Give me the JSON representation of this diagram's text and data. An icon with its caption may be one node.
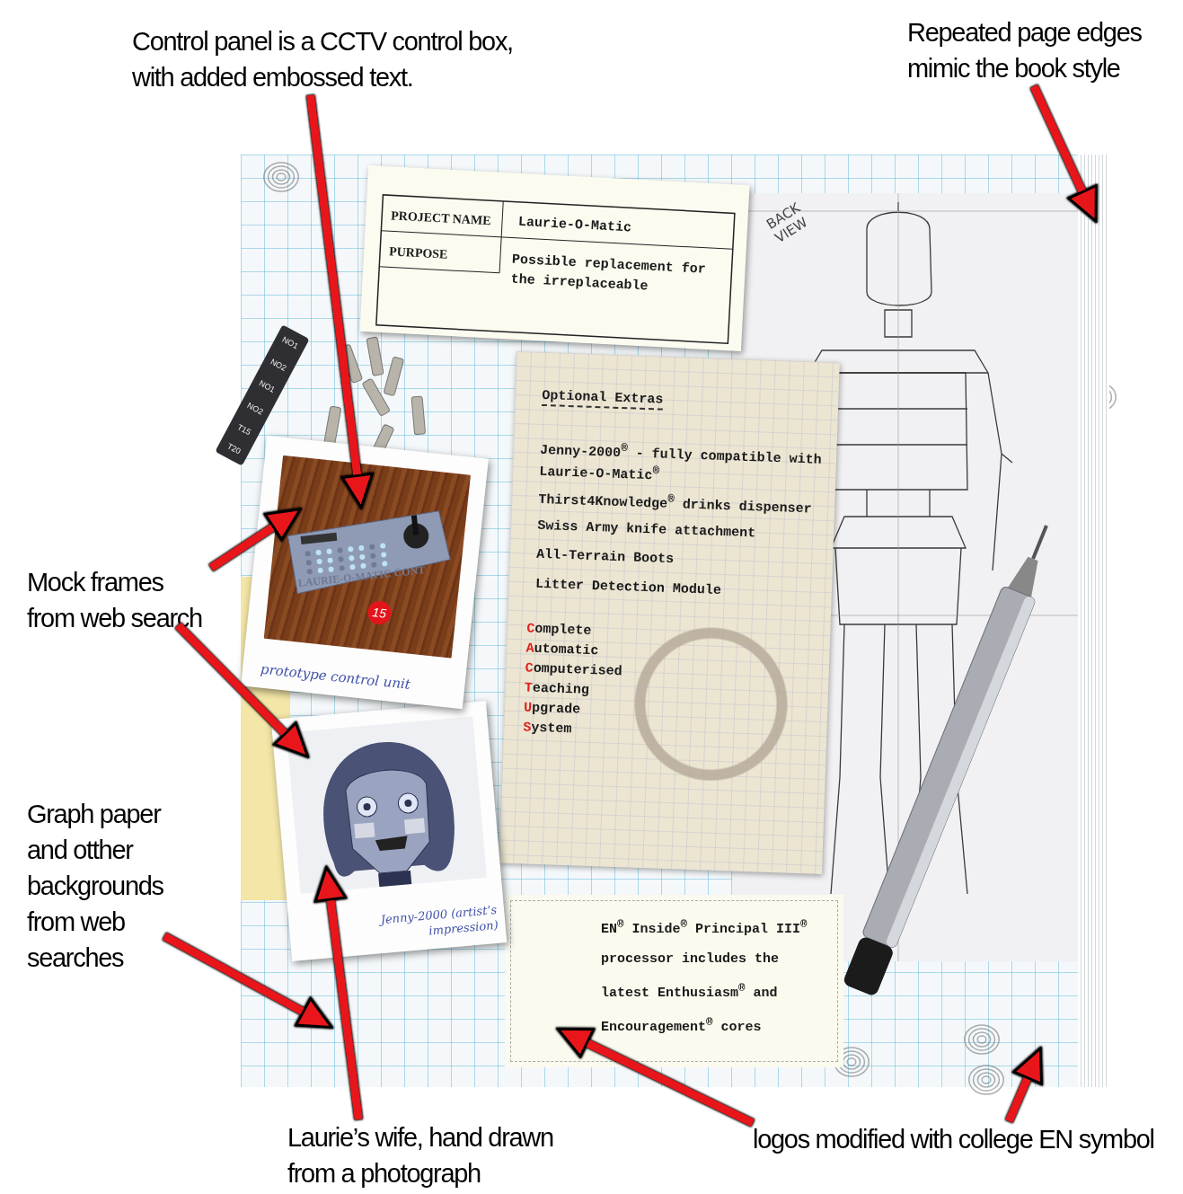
{
  "diagram": {
    "nodes": [
      {
        "text": [
          "Control panel is a CCTV control box, with added embossed text."
        ]
      },
      {
        "text": [
          "Repeated page edges mimic the book style"
        ]
      },
      {
        "text": [],
        "shape": "box"
      },
      {
        "text": [],
        "shape": "box",
        "in": 2
      },
      {
        "text": [
          "prototype control unit"
        ],
        "in": 2
      },
      {
        "text": [],
        "shape": "picture",
        "in": 4
      },
      {
        "text": [
          "Mock frames from web search"
        ]
      },
      {
        "text": [
          "Jenny-2000 (artist’s impression)"
        ],
        "in": 2
      },
      {
        "text": [],
        "shape": "picture",
        "in": 7
      },
      {
        "text": [
          "Graph paper and otther backgrounds from web searches"
        ]
      },
      {
        "text": [
          "Laurie’s wife, hand drawn from a photograph"
        ]
      },
      {
        "text": [
          "logos modified with college EN symbol"
        ]
      },
      {
        "text": [
          "PROJECT NAME",
          "Laurie-O-Matic",
          "PURPOSE",
          "Possible replacement for the irreplaceable"
        ],
        "in": 2
      },
      {
        "text": [
          "Optional Extras",
          "Jenny-2000$^{®}$ - fully compatible with Laurie-O-Matic$^{®}$",
          "Thirst4Knowledge$^{®}$ drinks dispenser",
          "Swiss Army knife attachment",
          "All-Terrain Boots",
          "Litter Detection Module",
          "Complete",
          "Automatic",
          "Computerised",
          "Teaching",
          "Upgrade",
          "System"
        ],
        "in": 2
      },
      {
        "text": [
          "EN$^{®}$ Inside$^{®}$ Principal III$^{®}$ processor includes the latest Enthusiasm$^{®}$ and Encouragement$^{®}$ cores"
        ],
        "in": 2
      },
      {
        "text": [
          "BACK VIEW"
        ],
        "in": 2
      }
    ],
    "edges": [
      {
        "from": 0,
        "to": 5,
        "arrow": "to"
      },
      {
        "from": 1,
        "to": 3,
        "arrow": "to"
      },
      {
        "from": 6,
        "to": 5,
        "arrow": "to"
      },
      {
        "from": 6,
        "to": 8,
        "arrow": "to"
      },
      {
        "from": 9,
        "to": 2,
        "arrow": "to"
      },
      {
        "from": 10,
        "to": 8,
        "arrow": "to"
      },
      {
        "from": 11,
        "to": 14,
        "arrow": "to"
      },
      {
        "from": 11,
        "to": 2,
        "arrow": "to"
      }
    ],
    "labels": [
      "LAURIE-O-MATIC CONT",
      "15",
      "NO1",
      "NO2",
      "NO1",
      "NO2",
      "T15",
      "T20"
    ]
  }
}
